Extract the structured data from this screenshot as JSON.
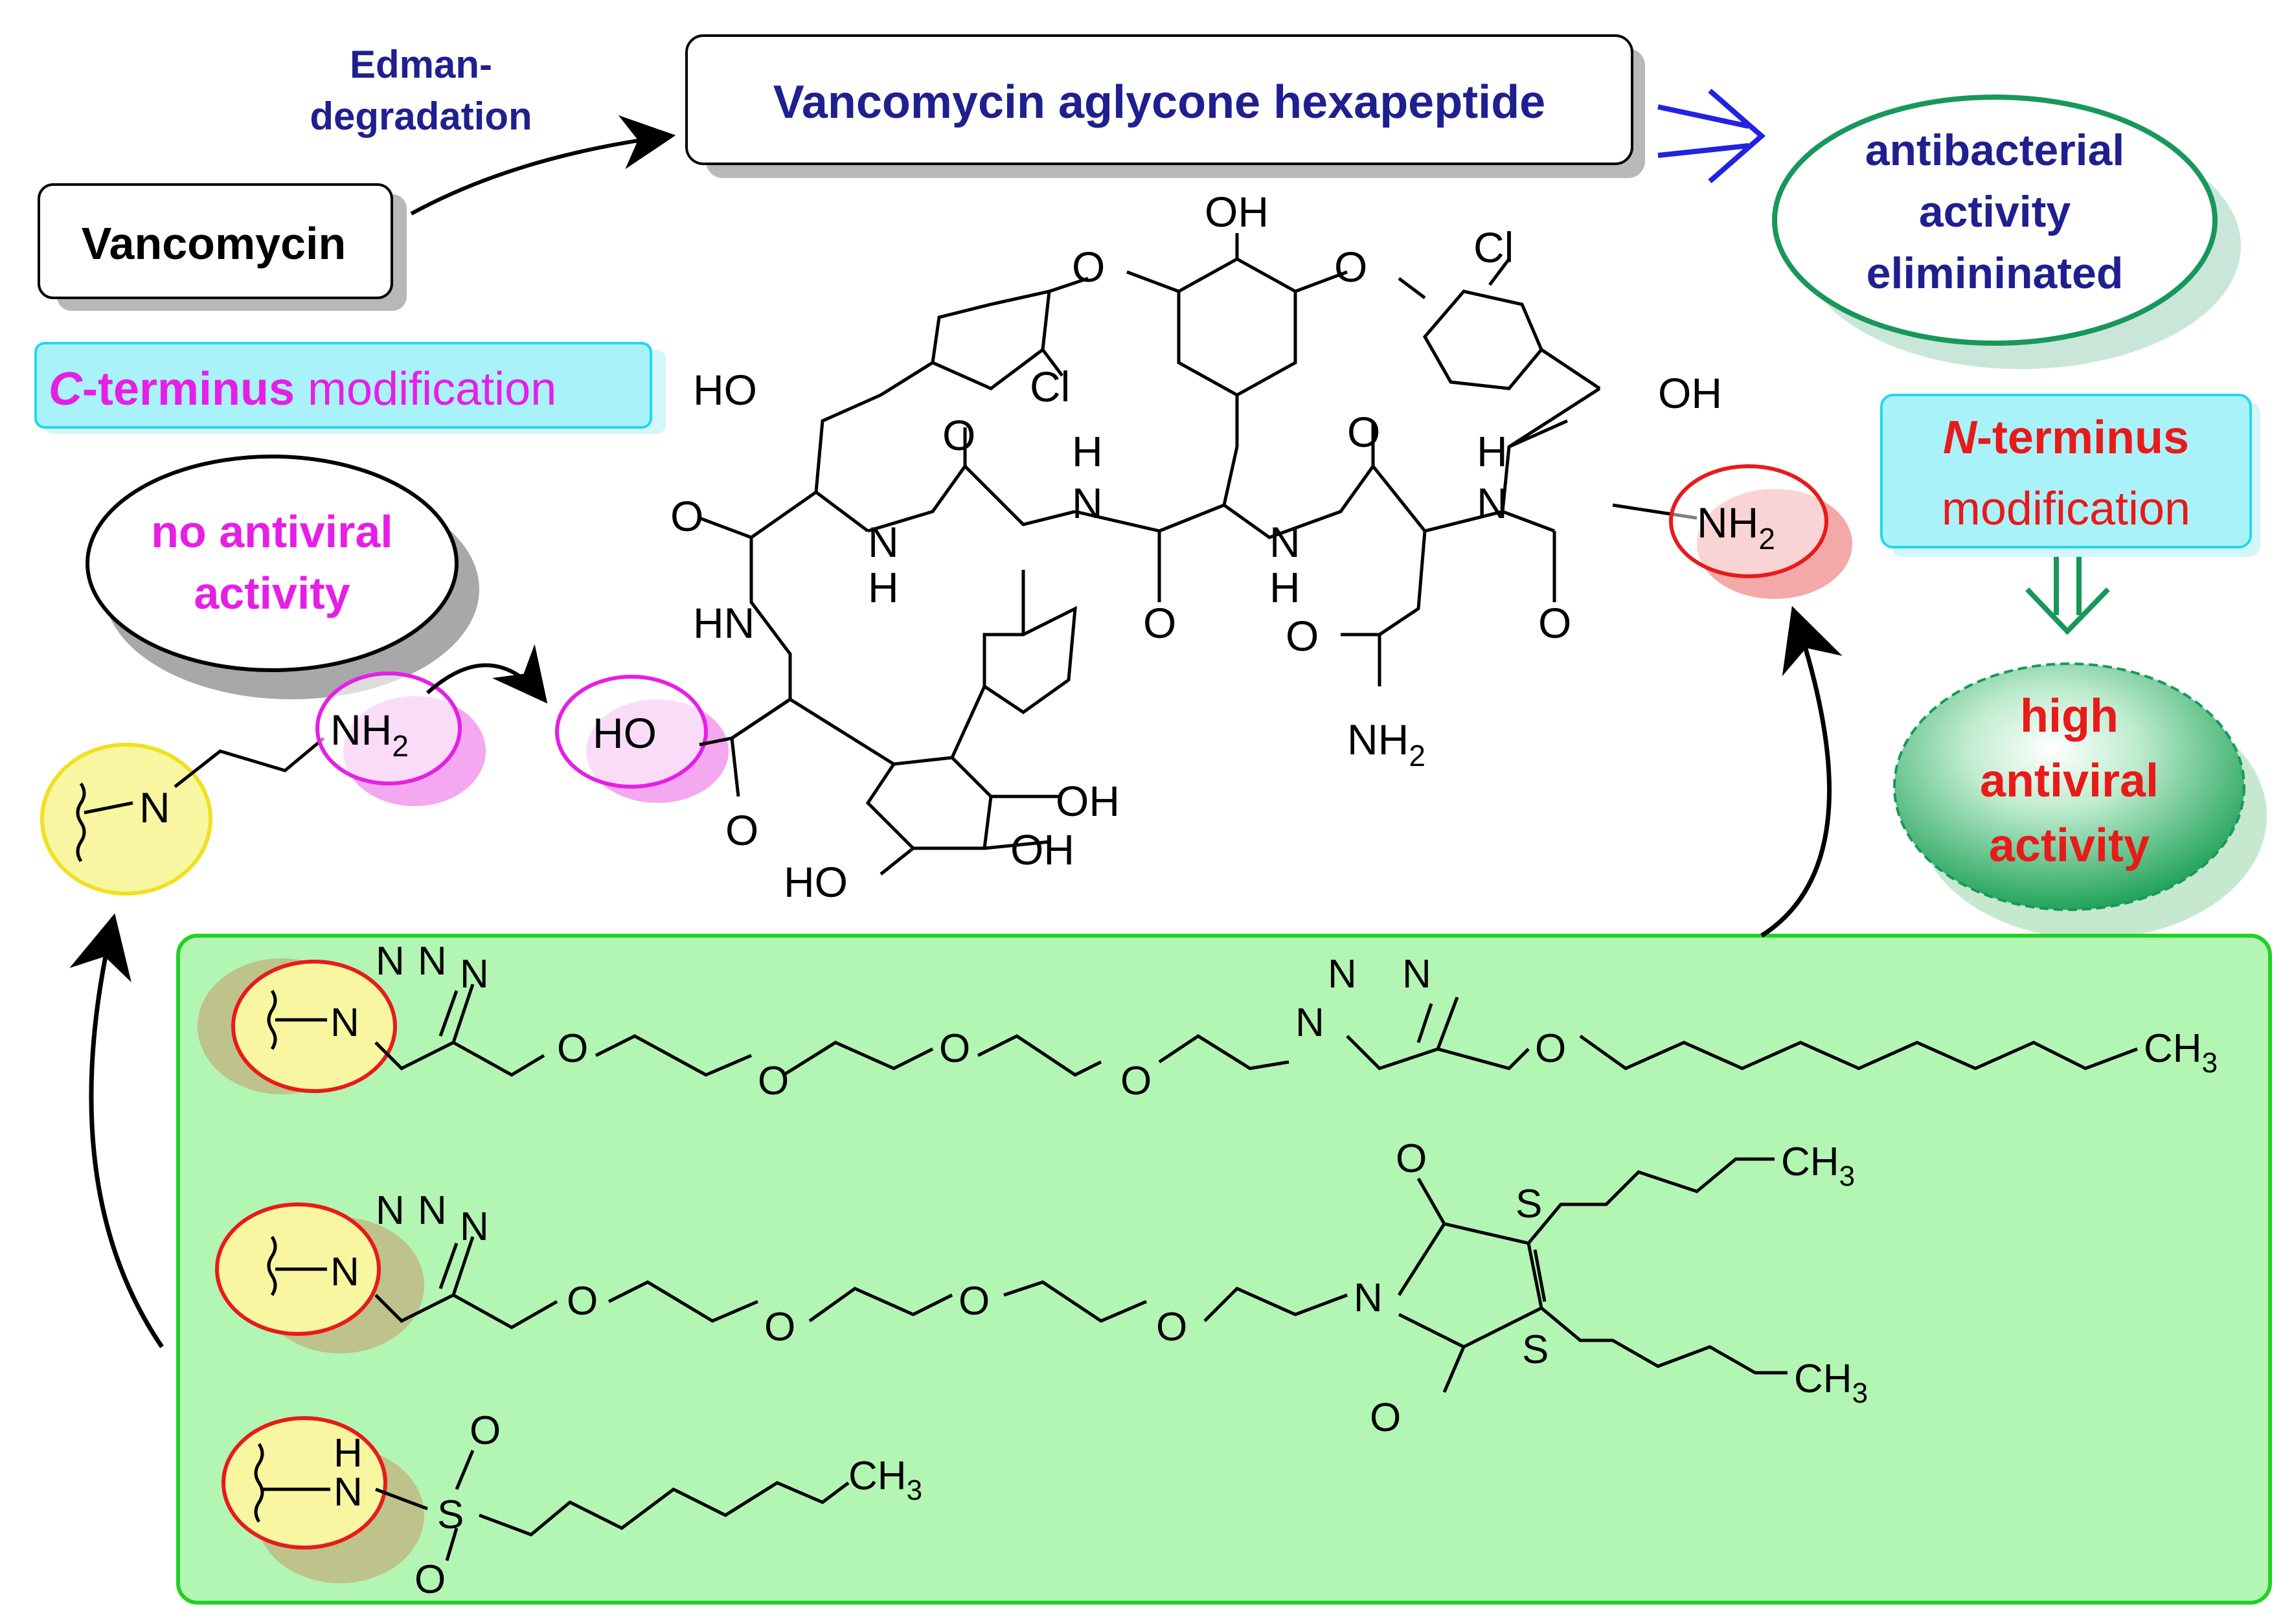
{
  "colors": {
    "navy": "#1f1f8f",
    "magenta": "#e61ee6",
    "red": "#e81a1a",
    "green_box_fill": "#b3f5b3",
    "green_box_stroke": "#22d122",
    "cyan_fill": "#aaf2fa",
    "cyan_stroke": "#23d8e8",
    "ellipse_green": "#17985a",
    "arrow_blue": "#2222e0",
    "yellow_fill": "#f8f6a0"
  },
  "top": {
    "edman_line1": "Edman-",
    "edman_line2": "degradation",
    "hexapeptide_label": "Vancomycin aglycone hexapeptide",
    "vancomycin_label": "Vancomycin",
    "antibacterial_line1": "antibacterial",
    "antibacterial_line2": "activity",
    "antibacterial_line3": "elimininated"
  },
  "c_terminus": {
    "label_italic": "C",
    "label_bold": "-terminus",
    "label_rest": " modification",
    "result_line1": "no antiviral",
    "result_line2": "activity"
  },
  "n_terminus": {
    "label_italic": "N",
    "label_bold": "-terminus",
    "label_line2": "modification",
    "result_line1": "high",
    "result_line2": "antiviral",
    "result_line3": "activity"
  },
  "molecule": {
    "OH_top": "OH",
    "O_left": "O",
    "O_right": "O",
    "Cl_top": "Cl",
    "Cl_mid": "Cl",
    "HO_left": "HO",
    "OH_right": "OH",
    "O_amide1": "O",
    "O_carbonyl_left": "O",
    "N_H1": "H",
    "N_1": "N",
    "N_2": "N",
    "N_H2": "H",
    "N_3": "N",
    "N_H3": "H",
    "N_4": "N",
    "N_H4": "H",
    "O_bottom1": "O",
    "O_bottom2": "O",
    "O_top3": "O",
    "NH2_main": "NH",
    "NH2_sub": "2",
    "HN_left": "HN",
    "O_amide_side": "O",
    "NH2_amide": "NH",
    "NH2_amide_sub": "2",
    "HO_acid": "HO",
    "O_acid": "O",
    "OH_ring1": "OH",
    "OH_ring2": "OH",
    "HO_ring": "HO"
  },
  "c_amine": {
    "N": "N",
    "NH2": "NH",
    "NH2_sub": "2"
  },
  "chain1": {
    "N1": "N",
    "N2": "N",
    "N3": "N",
    "O1": "O",
    "O2": "O",
    "O3": "O",
    "O4": "O",
    "N4": "N",
    "N5": "N",
    "N6": "N",
    "O5": "O",
    "CH3": "CH",
    "CH3_sub": "3"
  },
  "chain2": {
    "N1": "N",
    "N2": "N",
    "N3": "N",
    "O1": "O",
    "O2": "O",
    "O3": "O",
    "O4": "O",
    "N_imide": "N",
    "O_top": "O",
    "O_bottom": "O",
    "S1": "S",
    "S2": "S",
    "CH3a": "CH",
    "CH3a_sub": "3",
    "CH3b": "CH",
    "CH3b_sub": "3"
  },
  "chain3": {
    "H": "H",
    "N": "N",
    "S": "S",
    "O_top": "O",
    "O_bottom": "O",
    "CH3": "CH",
    "CH3_sub": "3"
  }
}
